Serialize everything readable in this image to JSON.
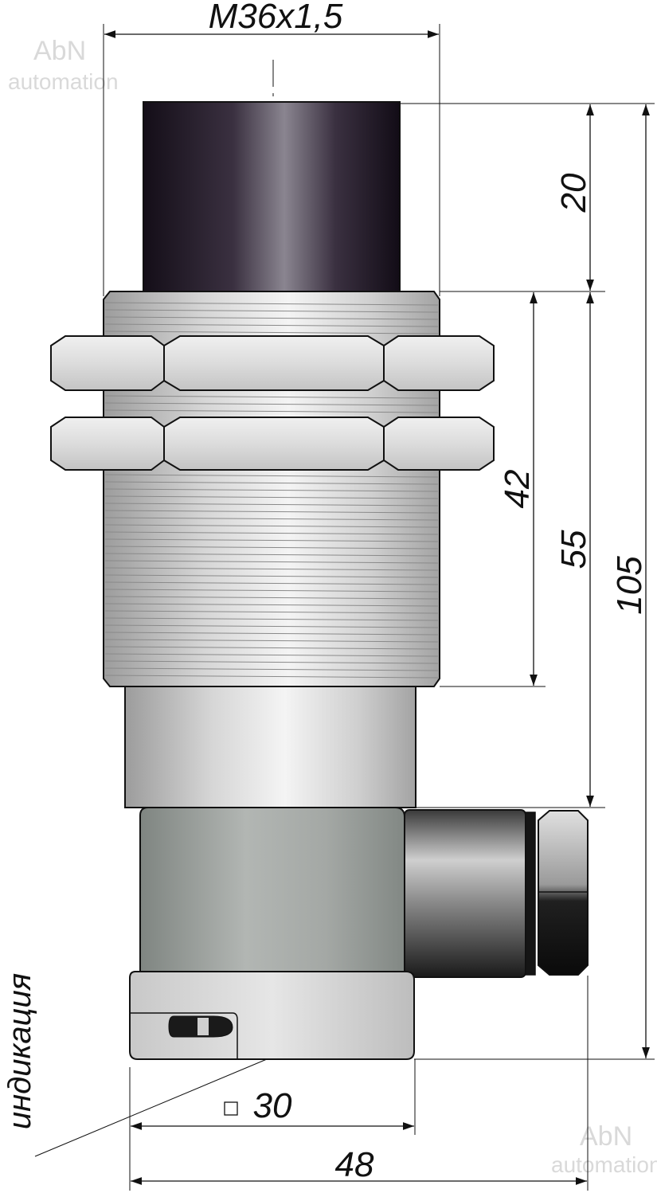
{
  "watermark": {
    "top_line1": "AbN",
    "top_line2": "automation",
    "bottom_line1": "AbN",
    "bottom_line2": "automation"
  },
  "dimensions": {
    "thread": "M36x1,5",
    "cap_height": "20",
    "thread_length": "42",
    "body_length": "55",
    "total_length": "105",
    "square": "30",
    "width": "48"
  },
  "labels": {
    "indication": "индикация"
  },
  "colors": {
    "line": "#111111",
    "cap_dark": "#1a1420",
    "metal_light": "#e8e8e8",
    "metal_mid": "#b8b8b8",
    "housing_gray": "#9aa09c"
  }
}
